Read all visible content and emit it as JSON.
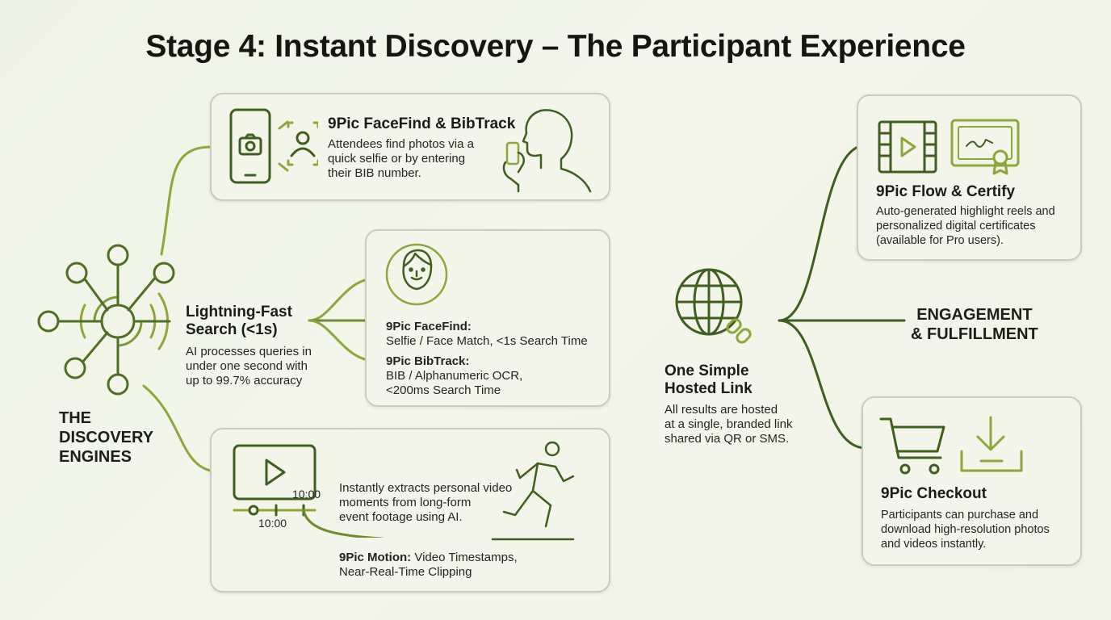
{
  "title": "Stage 4: Instant Discovery – The Participant Experience",
  "engines_label": [
    "THE",
    "DISCOVERY",
    "ENGINES"
  ],
  "facefind_card": {
    "heading": "9Pic FaceFind & BibTrack",
    "body": [
      "Attendees find photos via a",
      "quick selfie or by entering",
      "their BIB number."
    ]
  },
  "search": {
    "heading": [
      "Lightning-Fast",
      "Search (<1s)"
    ],
    "body": [
      "AI processes queries in",
      "under one second with",
      "up to 99.7% accuracy"
    ]
  },
  "search_card": {
    "facefind_label": "9Pic FaceFind:",
    "facefind_detail": "Selfie / Face Match, <1s Search Time",
    "bibtrack_label": "9Pic BibTrack:",
    "bibtrack_detail": [
      "BIB / Alphanumeric OCR,",
      "<200ms Search Time"
    ]
  },
  "motion_card": {
    "timestamp_top": "10:00",
    "timestamp_bottom": "10:00",
    "body": [
      "Instantly extracts personal video",
      "moments from long-form",
      "event footage using AI."
    ],
    "label": "9Pic Motion:",
    "detail": "Video Timestamps,",
    "detail2": "Near-Real-Time Clipping"
  },
  "hosted": {
    "heading": [
      "One Simple",
      "Hosted Link"
    ],
    "body": [
      "All results are hosted",
      "at a single, branded link",
      "shared via QR or SMS."
    ]
  },
  "engagement_label": [
    "ENGAGEMENT",
    "& FULFILLMENT"
  ],
  "flow_card": {
    "heading": "9Pic Flow & Certify",
    "body": [
      "Auto-generated highlight reels and",
      "personalized digital certificates",
      "(available for Pro users)."
    ]
  },
  "checkout_card": {
    "heading": "9Pic Checkout",
    "body": [
      "Participants can purchase and",
      "download high-resolution photos",
      "and videos instantly."
    ]
  },
  "colors": {
    "accent_dark": "#3f5e1f",
    "accent_light": "#8ea63a",
    "card_bg": "#f3f5ea",
    "card_border": "#c9cdbb"
  }
}
